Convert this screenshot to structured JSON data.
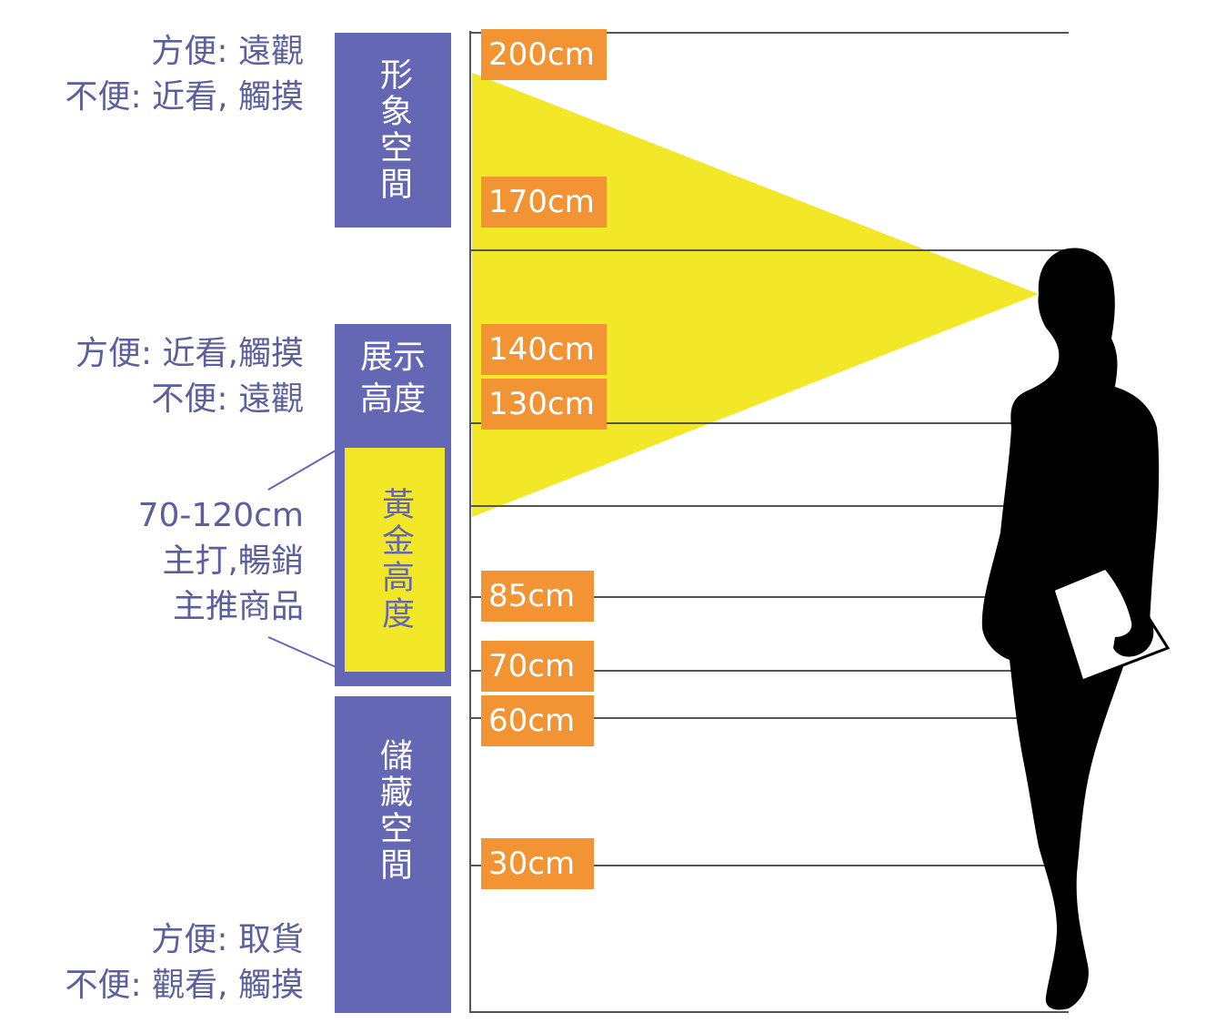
{
  "notes": {
    "image_space": [
      "方便: 遠觀",
      "不便: 近看, 觸摸"
    ],
    "display_height": [
      "方便: 近看,觸摸",
      "不便: 遠觀"
    ],
    "golden": [
      "70-120cm",
      "主打,暢銷",
      "主推商品"
    ],
    "storage": [
      "方便: 取貨",
      "不便: 觀看, 觸摸"
    ]
  },
  "zones": {
    "image_space": "形象空間",
    "display_height": "展示高度",
    "golden_height": "黃金高度",
    "storage_space": "儲藏空間"
  },
  "height_labels": [
    "200cm",
    "170cm",
    "140cm",
    "130cm",
    "85cm",
    "70cm",
    "60cm",
    "30cm"
  ],
  "colors": {
    "zone_purple": "#6467b4",
    "tag_orange": "#f29433",
    "sight_yellow": "#f2e827",
    "note_text": "#5b5f9e",
    "silhouette": "#000000"
  },
  "icons": {
    "person": "woman-silhouette-holding-folder"
  }
}
